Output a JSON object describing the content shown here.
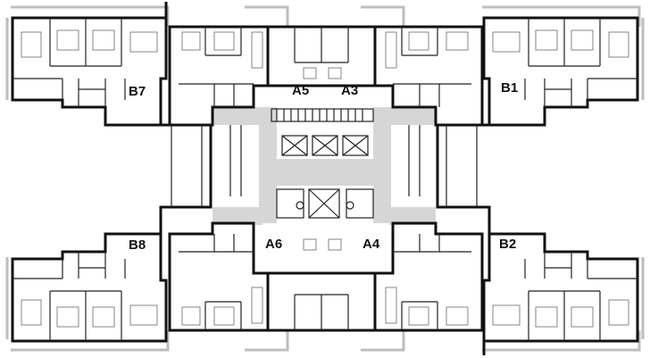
{
  "floor_plan": {
    "units": [
      {
        "id": "b7",
        "label": "B7"
      },
      {
        "id": "a5",
        "label": "A5"
      },
      {
        "id": "a3",
        "label": "A3"
      },
      {
        "id": "b1",
        "label": "B1"
      },
      {
        "id": "b8",
        "label": "B8"
      },
      {
        "id": "a6",
        "label": "A6"
      },
      {
        "id": "a4",
        "label": "A4"
      },
      {
        "id": "b2",
        "label": "B2"
      }
    ]
  }
}
